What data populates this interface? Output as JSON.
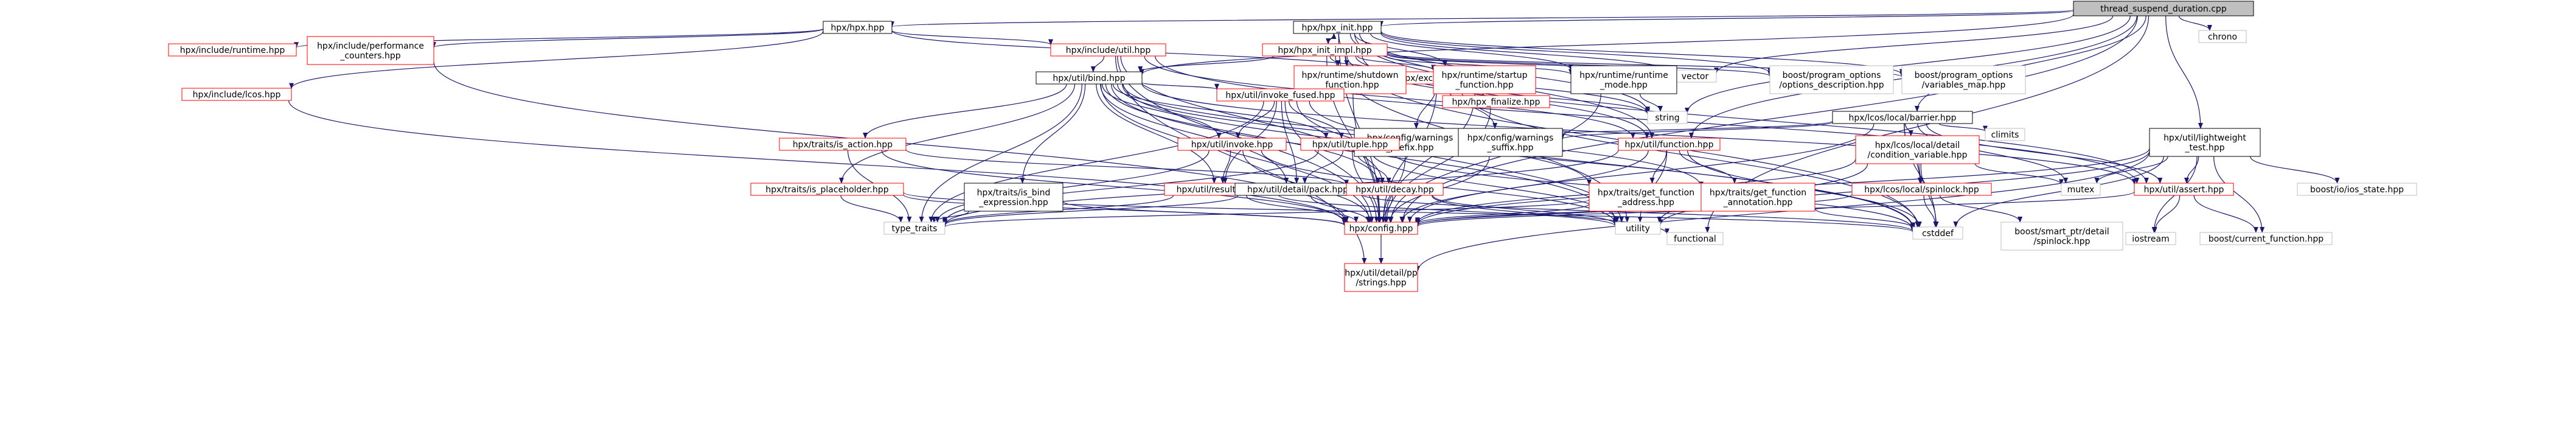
{
  "colors": {
    "edge": "#191970",
    "root_fill": "#bfbfbf",
    "root_stroke": "#000000",
    "defined_stroke": "#000000",
    "undocumented_stroke": "#ff0000",
    "external_stroke": "#bfbfbf",
    "node_fill": "#ffffff"
  },
  "nodes": [
    {
      "id": "root",
      "label": "thread_suspend_duration.cpp",
      "kind": "root"
    },
    {
      "id": "hpx_hpp",
      "label": "hpx/hpx.hpp",
      "kind": "defined"
    },
    {
      "id": "hpx_init",
      "label": "hpx/hpx_init.hpp",
      "kind": "defined"
    },
    {
      "id": "chrono",
      "label": "chrono",
      "kind": "external"
    },
    {
      "id": "inc_runtime",
      "label": "hpx/include/runtime.hpp",
      "kind": "missing"
    },
    {
      "id": "inc_perf",
      "label": "hpx/include/performance\n_counters.hpp",
      "kind": "missing"
    },
    {
      "id": "inc_util",
      "label": "hpx/include/util.hpp",
      "kind": "missing"
    },
    {
      "id": "hpx_init_impl",
      "label": "hpx/hpx_init_impl.hpp",
      "kind": "missing"
    },
    {
      "id": "vector",
      "label": "vector",
      "kind": "external"
    },
    {
      "id": "util_bind",
      "label": "hpx/util/bind.hpp",
      "kind": "defined"
    },
    {
      "id": "exception",
      "label": "hpx/exception.hpp",
      "kind": "missing"
    },
    {
      "id": "rt_shutdown",
      "label": "hpx/runtime/shutdown\n_function.hpp",
      "kind": "missing"
    },
    {
      "id": "rt_startup",
      "label": "hpx/runtime/startup\n_function.hpp",
      "kind": "missing"
    },
    {
      "id": "rt_mode",
      "label": "hpx/runtime/runtime\n_mode.hpp",
      "kind": "defined"
    },
    {
      "id": "po_desc",
      "label": "boost/program_options\n/options_description.hpp",
      "kind": "external"
    },
    {
      "id": "po_var",
      "label": "boost/program_options\n/variables_map.hpp",
      "kind": "external"
    },
    {
      "id": "inc_lcos",
      "label": "hpx/include/lcos.hpp",
      "kind": "missing"
    },
    {
      "id": "invoke_fused",
      "label": "hpx/util/invoke_fused.hpp",
      "kind": "missing"
    },
    {
      "id": "hpx_finalize",
      "label": "hpx/hpx_finalize.hpp",
      "kind": "missing"
    },
    {
      "id": "string",
      "label": "string",
      "kind": "external"
    },
    {
      "id": "barrier",
      "label": "hpx/lcos/local/barrier.hpp",
      "kind": "defined"
    },
    {
      "id": "cfg_prefix",
      "label": "hpx/config/warnings\n_prefix.hpp",
      "kind": "defined"
    },
    {
      "id": "cfg_suffix",
      "label": "hpx/config/warnings\n_suffix.hpp",
      "kind": "defined"
    },
    {
      "id": "climits",
      "label": "climits",
      "kind": "external"
    },
    {
      "id": "lightweight",
      "label": "hpx/util/lightweight\n_test.hpp",
      "kind": "defined"
    },
    {
      "id": "is_action",
      "label": "hpx/traits/is_action.hpp",
      "kind": "missing"
    },
    {
      "id": "invoke",
      "label": "hpx/util/invoke.hpp",
      "kind": "missing"
    },
    {
      "id": "tuple",
      "label": "hpx/util/tuple.hpp",
      "kind": "missing"
    },
    {
      "id": "util_function",
      "label": "hpx/util/function.hpp",
      "kind": "missing"
    },
    {
      "id": "cond_var",
      "label": "hpx/lcos/local/detail\n/condition_variable.hpp",
      "kind": "missing"
    },
    {
      "id": "is_placeholder",
      "label": "hpx/traits/is_placeholder.hpp",
      "kind": "missing"
    },
    {
      "id": "is_bind",
      "label": "hpx/traits/is_bind\n_expression.hpp",
      "kind": "defined"
    },
    {
      "id": "result_of",
      "label": "hpx/util/result_of.hpp",
      "kind": "missing"
    },
    {
      "id": "pack",
      "label": "hpx/util/detail/pack.hpp",
      "kind": "defined"
    },
    {
      "id": "decay",
      "label": "hpx/util/decay.hpp",
      "kind": "missing"
    },
    {
      "id": "gfa",
      "label": "hpx/traits/get_function\n_address.hpp",
      "kind": "missing"
    },
    {
      "id": "gfann",
      "label": "hpx/traits/get_function\n_annotation.hpp",
      "kind": "missing"
    },
    {
      "id": "spinlock",
      "label": "hpx/lcos/local/spinlock.hpp",
      "kind": "missing"
    },
    {
      "id": "mutex",
      "label": "mutex",
      "kind": "external"
    },
    {
      "id": "util_assert",
      "label": "hpx/util/assert.hpp",
      "kind": "missing"
    },
    {
      "id": "ios_state",
      "label": "boost/io/ios_state.hpp",
      "kind": "external"
    },
    {
      "id": "type_traits",
      "label": "type_traits",
      "kind": "external"
    },
    {
      "id": "config",
      "label": "hpx/config.hpp",
      "kind": "missing"
    },
    {
      "id": "utility",
      "label": "utility",
      "kind": "external"
    },
    {
      "id": "functional",
      "label": "functional",
      "kind": "external"
    },
    {
      "id": "cstddef",
      "label": "cstddef",
      "kind": "external"
    },
    {
      "id": "sp_spinlock",
      "label": "boost/smart_ptr/detail\n/spinlock.hpp",
      "kind": "external"
    },
    {
      "id": "iostream",
      "label": "iostream",
      "kind": "external"
    },
    {
      "id": "cur_fn",
      "label": "boost/current_function.hpp",
      "kind": "external"
    },
    {
      "id": "strings",
      "label": "hpx/util/detail/pp\n/strings.hpp",
      "kind": "missing"
    }
  ],
  "edges": [
    [
      "root",
      "hpx_hpp"
    ],
    [
      "root",
      "hpx_init"
    ],
    [
      "root",
      "chrono"
    ],
    [
      "root",
      "barrier"
    ],
    [
      "root",
      "lightweight"
    ],
    [
      "root",
      "string"
    ],
    [
      "root",
      "vector"
    ],
    [
      "root",
      "util_bind"
    ],
    [
      "root",
      "functional"
    ],
    [
      "root",
      "config"
    ],
    [
      "root",
      "util_function"
    ],
    [
      "hpx_hpp",
      "inc_runtime"
    ],
    [
      "hpx_hpp",
      "inc_perf"
    ],
    [
      "hpx_hpp",
      "inc_util"
    ],
    [
      "hpx_hpp",
      "exception"
    ],
    [
      "hpx_hpp",
      "inc_lcos"
    ],
    [
      "hpx_init",
      "hpx_init_impl"
    ],
    [
      "hpx_init",
      "rt_shutdown"
    ],
    [
      "hpx_init",
      "rt_startup"
    ],
    [
      "hpx_init",
      "rt_mode"
    ],
    [
      "hpx_init",
      "po_desc"
    ],
    [
      "hpx_init",
      "po_var"
    ],
    [
      "hpx_init",
      "vector"
    ],
    [
      "hpx_init",
      "string"
    ],
    [
      "hpx_init",
      "hpx_finalize"
    ],
    [
      "hpx_init",
      "util_function"
    ],
    [
      "hpx_init",
      "config"
    ],
    [
      "inc_perf",
      "config"
    ],
    [
      "inc_util",
      "util_bind"
    ],
    [
      "inc_util",
      "config"
    ],
    [
      "inc_util",
      "strings"
    ],
    [
      "inc_util",
      "util_function"
    ],
    [
      "inc_util",
      "decay"
    ],
    [
      "inc_util",
      "util_assert"
    ],
    [
      "hpx_init_impl",
      "hpx_init"
    ],
    [
      "hpx_init_impl",
      "util_bind"
    ],
    [
      "hpx_init_impl",
      "rt_shutdown"
    ],
    [
      "hpx_init_impl",
      "rt_startup"
    ],
    [
      "hpx_init_impl",
      "rt_mode"
    ],
    [
      "hpx_init_impl",
      "po_desc"
    ],
    [
      "hpx_init_impl",
      "po_var"
    ],
    [
      "hpx_init_impl",
      "vector"
    ],
    [
      "hpx_init_impl",
      "string"
    ],
    [
      "hpx_init_impl",
      "util_function"
    ],
    [
      "hpx_init_impl",
      "config"
    ],
    [
      "hpx_init_impl",
      "util_assert"
    ],
    [
      "hpx_init_impl",
      "cstddef"
    ],
    [
      "hpx_init_impl",
      "utility"
    ],
    [
      "util_bind",
      "is_placeholder"
    ],
    [
      "util_bind",
      "is_bind"
    ],
    [
      "util_bind",
      "is_action"
    ],
    [
      "util_bind",
      "invoke"
    ],
    [
      "util_bind",
      "invoke_fused"
    ],
    [
      "util_bind",
      "tuple"
    ],
    [
      "util_bind",
      "pack"
    ],
    [
      "util_bind",
      "decay"
    ],
    [
      "util_bind",
      "result_of"
    ],
    [
      "util_bind",
      "config"
    ],
    [
      "util_bind",
      "type_traits"
    ],
    [
      "util_bind",
      "utility"
    ],
    [
      "util_bind",
      "cstddef"
    ],
    [
      "util_bind",
      "gfa"
    ],
    [
      "util_bind",
      "gfann"
    ],
    [
      "util_bind",
      "util_assert"
    ],
    [
      "exception",
      "cfg_prefix"
    ],
    [
      "exception",
      "cfg_suffix"
    ],
    [
      "exception",
      "string"
    ],
    [
      "exception",
      "config"
    ],
    [
      "exception",
      "cstddef"
    ],
    [
      "rt_shutdown",
      "config"
    ],
    [
      "rt_startup",
      "config"
    ],
    [
      "rt_mode",
      "config"
    ],
    [
      "rt_mode",
      "string"
    ],
    [
      "inc_lcos",
      "config"
    ],
    [
      "invoke_fused",
      "invoke"
    ],
    [
      "invoke_fused",
      "tuple"
    ],
    [
      "invoke_fused",
      "pack"
    ],
    [
      "invoke_fused",
      "result_of"
    ],
    [
      "invoke_fused",
      "config"
    ],
    [
      "invoke_fused",
      "type_traits"
    ],
    [
      "invoke_fused",
      "utility"
    ],
    [
      "invoke_fused",
      "cstddef"
    ],
    [
      "hpx_finalize",
      "config"
    ],
    [
      "barrier",
      "cfg_prefix"
    ],
    [
      "barrier",
      "cfg_suffix"
    ],
    [
      "barrier",
      "climits"
    ],
    [
      "barrier",
      "cond_var"
    ],
    [
      "barrier",
      "spinlock"
    ],
    [
      "barrier",
      "mutex"
    ],
    [
      "barrier",
      "config"
    ],
    [
      "barrier",
      "cstddef"
    ],
    [
      "barrier",
      "util_assert"
    ],
    [
      "cfg_prefix",
      "config"
    ],
    [
      "cfg_suffix",
      "config"
    ],
    [
      "lightweight",
      "config"
    ],
    [
      "lightweight",
      "util_assert"
    ],
    [
      "lightweight",
      "mutex"
    ],
    [
      "lightweight",
      "ios_state"
    ],
    [
      "lightweight",
      "iostream"
    ],
    [
      "lightweight",
      "cur_fn"
    ],
    [
      "lightweight",
      "cstddef"
    ],
    [
      "lightweight",
      "strings"
    ],
    [
      "lightweight",
      "utility"
    ],
    [
      "is_action",
      "config"
    ],
    [
      "is_action",
      "type_traits"
    ],
    [
      "is_action",
      "decay"
    ],
    [
      "invoke",
      "result_of"
    ],
    [
      "invoke",
      "config"
    ],
    [
      "invoke",
      "type_traits"
    ],
    [
      "invoke",
      "utility"
    ],
    [
      "tuple",
      "pack"
    ],
    [
      "tuple",
      "decay"
    ],
    [
      "tuple",
      "config"
    ],
    [
      "tuple",
      "type_traits"
    ],
    [
      "tuple",
      "utility"
    ],
    [
      "tuple",
      "cstddef"
    ],
    [
      "util_function",
      "gfa"
    ],
    [
      "util_function",
      "gfann"
    ],
    [
      "util_function",
      "config"
    ],
    [
      "util_function",
      "type_traits"
    ],
    [
      "util_function",
      "utility"
    ],
    [
      "util_function",
      "cstddef"
    ],
    [
      "cond_var",
      "spinlock"
    ],
    [
      "cond_var",
      "config"
    ],
    [
      "cond_var",
      "cstddef"
    ],
    [
      "cond_var",
      "utility"
    ],
    [
      "cond_var",
      "mutex"
    ],
    [
      "is_placeholder",
      "config"
    ],
    [
      "is_placeholder",
      "type_traits"
    ],
    [
      "is_placeholder",
      "cstddef"
    ],
    [
      "is_bind",
      "config"
    ],
    [
      "is_bind",
      "type_traits"
    ],
    [
      "result_of",
      "config"
    ],
    [
      "result_of",
      "type_traits"
    ],
    [
      "result_of",
      "utility"
    ],
    [
      "pack",
      "config"
    ],
    [
      "pack",
      "cstddef"
    ],
    [
      "pack",
      "type_traits"
    ],
    [
      "decay",
      "config"
    ],
    [
      "decay",
      "utility"
    ],
    [
      "decay",
      "functional"
    ],
    [
      "gfa",
      "config"
    ],
    [
      "gfa",
      "type_traits"
    ],
    [
      "gfann",
      "config"
    ],
    [
      "gfann",
      "cstddef"
    ],
    [
      "spinlock",
      "config"
    ],
    [
      "spinlock",
      "sp_spinlock"
    ],
    [
      "spinlock",
      "cstddef"
    ],
    [
      "util_assert",
      "config"
    ],
    [
      "util_assert",
      "iostream"
    ],
    [
      "util_assert",
      "cur_fn"
    ],
    [
      "config",
      "strings"
    ]
  ]
}
